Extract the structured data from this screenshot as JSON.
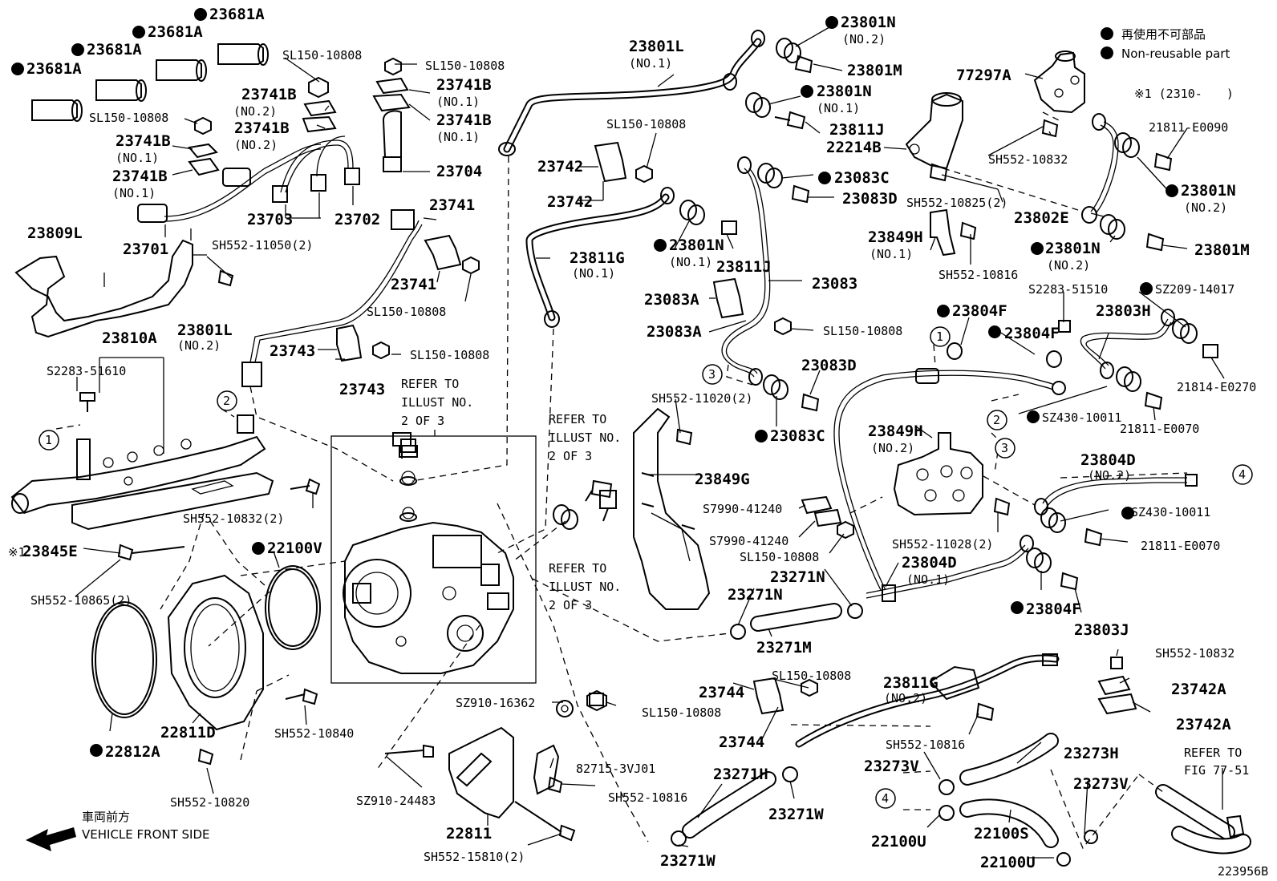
{
  "legend": {
    "jp": "再使用不可部品",
    "en": "Non-reusable part",
    "note": "※1 (2310-　　)"
  },
  "footer": {
    "front_jp": "車両前方",
    "front_en": "VEHICLE FRONT SIDE",
    "fig_id": "223956B"
  },
  "refer_texts": {
    "r1": [
      "REFER TO",
      "ILLUST NO.",
      "2 OF 3"
    ],
    "r2": [
      "REFER TO",
      "ILLUST NO.",
      "2 OF 3"
    ],
    "r3": [
      "REFER TO",
      "ILLUST NO.",
      "2 OF 3"
    ],
    "r4": [
      "REFER TO",
      "FIG 77-51"
    ]
  },
  "callouts": {
    "c1a": "1",
    "c2a": "2",
    "c3a": "3",
    "c1b": "1",
    "c2b": "2",
    "c3b": "3",
    "c4a": "4",
    "c4b": "4"
  },
  "labels": {
    "a1": "23681A",
    "a2": "23681A",
    "a3": "23681A",
    "a4": "23681A",
    "b1": "SL150-10808",
    "b2": "SL150-10808",
    "b3": "SL150-10808",
    "c1": "23741B",
    "c1s": "(NO.2)",
    "c2": "23741B",
    "c2s": "(NO.2)",
    "c3": "23741B",
    "c3s": "(NO.1)",
    "c4": "23741B",
    "c4s": "(NO.1)",
    "c5": "23741B",
    "c5s": "(NO.1)",
    "c6": "23741B",
    "c6s": "(NO.1)",
    "d1": "23704",
    "d2": "23703",
    "d3": "23702",
    "d4": "23701",
    "e1": "23809L",
    "e2": "SH552-11050(2)",
    "f1": "23741",
    "f2": "23741",
    "f3": "SL150-10808",
    "g1": "23810A",
    "g2": "S2283-51610",
    "h1": "23801L",
    "h1s": "(NO.2)",
    "h2": "23743",
    "h3": "23743",
    "h4": "SL150-10808",
    "i1": "SH552-10832(2)",
    "i2": "23845E",
    "i2p": "※1",
    "i3": "SH552-10865(2)",
    "i4": "22100V",
    "i5": "22812A",
    "i6": "22811D",
    "i7": "SH552-10840",
    "i8": "SH552-10820",
    "j1": "23801L",
    "j1s": "(NO.1)",
    "j2": "SL150-10808",
    "j3": "23742",
    "j4": "23742",
    "j5": "23811G",
    "j5s": "(NO.1)",
    "k1": "23801N",
    "k1s": "(NO.2)",
    "k2": "23801M",
    "k3": "23801N",
    "k3s": "(NO.1)",
    "k4": "23811J",
    "k5": "22214B",
    "k6": "77297A",
    "k7": "SH552-10832",
    "k8": "SH552-10825(2)",
    "k9": "21811-E0090",
    "k10": "23801N",
    "k10s": "(NO.2)",
    "k11": "23802E",
    "k12": "23801N",
    "k12s": "(NO.2)",
    "k13": "23801M",
    "l1": "23083C",
    "l2": "23083D",
    "l3": "23801N",
    "l3s": "(NO.1)",
    "l4": "23811J",
    "l5": "23083",
    "l6": "23083A",
    "l7": "23083A",
    "l8": "SL150-10808",
    "l9": "23849H",
    "l9s": "(NO.1)",
    "l10": "SH552-10816",
    "m1": "23083D",
    "m2": "SH552-11020(2)",
    "m3": "23083C",
    "m4": "S2283-51510",
    "m5": "SZ209-14017",
    "m6": "23804F",
    "m7": "23804F",
    "m8": "23803H",
    "m9": "21814-E0270",
    "m10": "SZ430-10011",
    "m11": "21811-E0070",
    "n1": "23849H",
    "n1s": "(NO.2)",
    "n2": "23849G",
    "n3": "S7990-41240",
    "n4": "S7990-41240",
    "n5": "SL150-10808",
    "n6": "23804D",
    "n6s": "(NO.2)",
    "n7": "SZ430-10011",
    "n8": "21811-E0070",
    "n9": "SH552-11028(2)",
    "n10": "23804D",
    "n10s": "(NO.1)",
    "n11": "23271N",
    "n12": "23271N",
    "n13": "23271M",
    "n14": "23804F",
    "n15": "23803J",
    "o1": "SZ910-16362",
    "o2": "SL150-10808",
    "o3": "SZ910-24483",
    "o4": "82715-3VJ01",
    "o5": "SH552-10816",
    "o6": "22811",
    "o7": "SH552-15810(2)",
    "p1": "23744",
    "p2": "23744",
    "p3": "SL150-10808",
    "p4": "23811G",
    "p4s": "(NO.2)",
    "p5": "SH552-10816",
    "p6": "23271H",
    "p7": "23271W",
    "p8": "23271W",
    "q1": "SH552-10832",
    "q2": "23742A",
    "q3": "23742A",
    "q4": "23273H",
    "q5": "23273V",
    "q6": "23273V",
    "q7": "22100U",
    "q8": "22100S",
    "q9": "22100U"
  }
}
